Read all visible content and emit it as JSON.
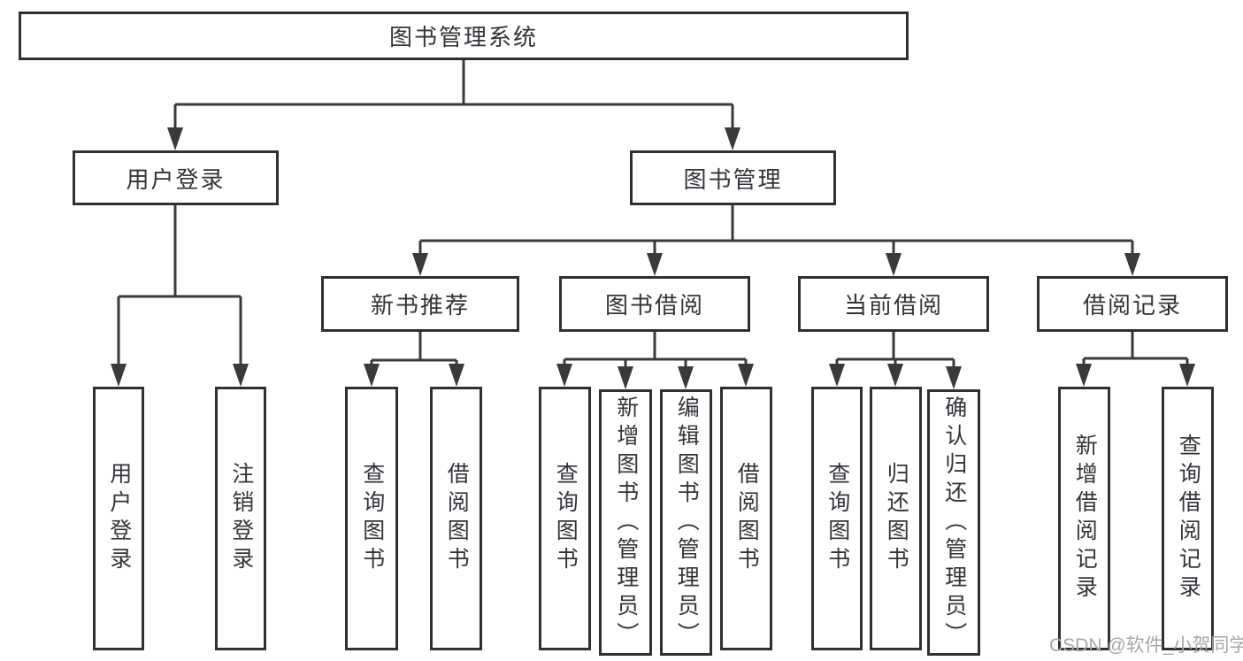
{
  "diagram": {
    "root": {
      "label": "图书管理系统"
    },
    "branches": [
      {
        "label": "用户登录",
        "children": [
          {
            "label": "用户登录"
          },
          {
            "label": "注销登录"
          }
        ]
      },
      {
        "label": "图书管理",
        "children": [
          {
            "label": "新书推荐",
            "children": [
              {
                "label": "查询图书"
              },
              {
                "label": "借阅图书"
              }
            ]
          },
          {
            "label": "图书借阅",
            "children": [
              {
                "label": "查询图书"
              },
              {
                "label": "新增图书（管理员）"
              },
              {
                "label": "编辑图书（管理员）"
              },
              {
                "label": "借阅图书"
              }
            ]
          },
          {
            "label": "当前借阅",
            "children": [
              {
                "label": "查询图书"
              },
              {
                "label": "归还图书"
              },
              {
                "label": "确认归还（管理员）"
              }
            ]
          },
          {
            "label": "借阅记录",
            "children": [
              {
                "label": "新增借阅记录"
              },
              {
                "label": "查询借阅记录"
              }
            ]
          }
        ]
      }
    ]
  },
  "watermark": {
    "text": "CSDN @软件_小贺同学"
  },
  "colors": {
    "line": "#3a3a3a",
    "border": "#303030",
    "text": "#33333b",
    "watermark": "#a8a8a8"
  }
}
